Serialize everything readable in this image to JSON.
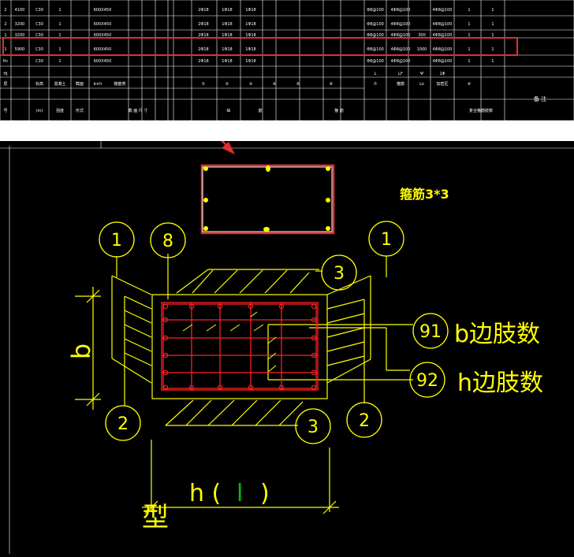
{
  "table": {
    "rows": [
      [
        "2",
        "4100",
        "C30",
        "1",
        "600X450",
        "",
        "2Φ18",
        "1Φ18",
        "1Φ18",
        "",
        "",
        "",
        "",
        "Φ8@100",
        "4Φ8@100",
        "",
        "4Φ8@100",
        "",
        "1",
        "1"
      ],
      [
        "2",
        "3200",
        "C30",
        "1",
        "600X450",
        "",
        "2Φ18",
        "1Φ18",
        "1Φ18",
        "",
        "",
        "",
        "",
        "Φ8@100",
        "4Φ8@100",
        "",
        "4Φ8@100",
        "",
        "1",
        "1"
      ],
      [
        "1",
        "3200",
        "C30",
        "1",
        "600X450",
        "",
        "2Φ18",
        "1Φ18",
        "1Φ18",
        "",
        "",
        "",
        "",
        "Φ8@100",
        "4Φ8@100",
        "300",
        "4Φ8@100",
        "",
        "1",
        "1"
      ],
      [
        "1",
        "5900",
        "C30",
        "1",
        "600X450",
        "",
        "2Φ18",
        "1Φ18",
        "1Φ18",
        "",
        "",
        "",
        "",
        "Φ8@100",
        "4Φ8@100",
        "1000",
        "4Φ8@100",
        "",
        "1",
        "1"
      ],
      [
        "Hc",
        "",
        "C30",
        "1",
        "600X450",
        "",
        "2Φ18",
        "1Φ18",
        "1Φ18",
        "",
        "",
        "",
        "",
        "Φ8@100",
        "4Φ8@100",
        "",
        "4Φ8@100",
        "",
        "1",
        "1"
      ]
    ],
    "header_row1": [
      "Hj",
      "",
      "",
      "",
      "",
      "",
      "",
      "",
      "",
      "",
      "",
      "",
      "",
      "",
      "L",
      "LF",
      "Ψ",
      "1Φ",
      "",
      ""
    ],
    "header_row2": [
      "层",
      "标高",
      "混凝土",
      "截面",
      "b×h",
      "箍筋类",
      "b×h×l",
      "",
      "",
      "①",
      "②",
      "③",
      "④",
      "⑤",
      "⑥",
      "⑦",
      "箍筋",
      "Lo",
      "加密区",
      "⑨"
    ],
    "header_row3": [
      "号",
      "(m)",
      "强度",
      "形式",
      "截 面 尺 寸",
      "",
      "",
      "",
      "纵",
      "",
      "筋",
      "",
      "",
      "",
      "",
      "箍 筋",
      "",
      "",
      "",
      "复合箍筋肢数"
    ],
    "last_col_label": "备 注"
  },
  "diagram": {
    "stirrup_label": "箍筋3*3",
    "callouts": [
      "1",
      "8",
      "1",
      "3",
      "91",
      "92",
      "2",
      "3",
      "2"
    ],
    "b_legs_label": "b边肢数",
    "h_legs_label": "h边肢数",
    "dim_b": "b",
    "dim_h": "h (",
    "dim_l": "l",
    "dim_close": ")",
    "type_label": "型",
    "colors": {
      "yellow": "#ffff00",
      "red": "#ff2020",
      "highlight": "#e03030",
      "green": "#00c000"
    }
  }
}
